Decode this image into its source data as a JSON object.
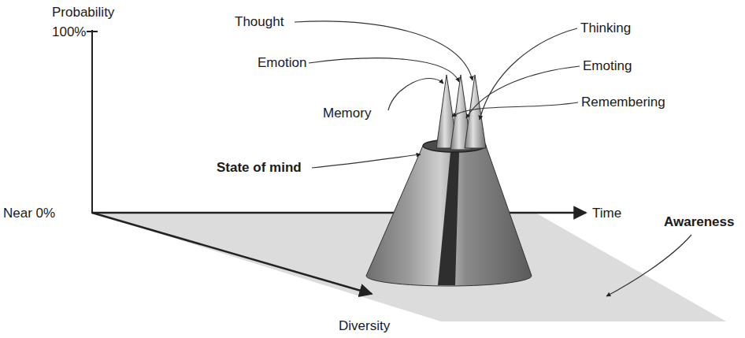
{
  "diagram": {
    "labels": [
      "Probability",
      "100%",
      "Thought",
      "Thinking",
      "Emotion",
      "Emoting",
      "Memory",
      "Remembering",
      "State of mind",
      "Awareness",
      "Near 0%",
      "Time",
      "Diversity"
    ]
  }
}
